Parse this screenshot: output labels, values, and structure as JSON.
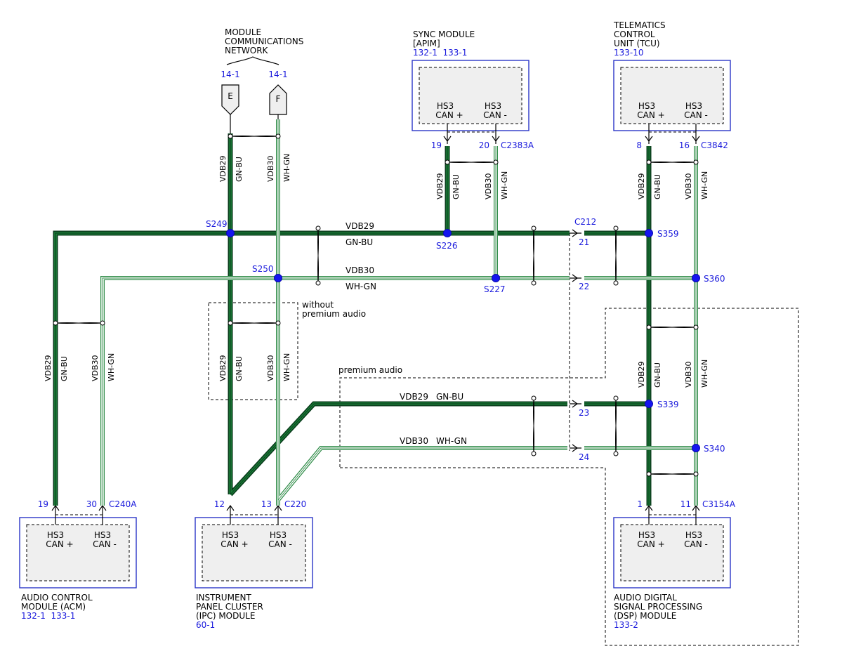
{
  "modules": {
    "mcn": {
      "title": [
        "MODULE",
        "COMMUNICATIONS",
        "NETWORK"
      ],
      "connectors": [
        {
          "ref": "14-1",
          "label": "E"
        },
        {
          "ref": "14-1",
          "label": "F"
        }
      ]
    },
    "sync": {
      "title": [
        "SYNC MODULE",
        "[APIM]"
      ],
      "refs": "132-1  133-1",
      "pins": [
        "HS3",
        "CAN +",
        "HS3",
        "CAN -"
      ],
      "pin_a": "19",
      "pin_b": "20",
      "connector": "C2383A"
    },
    "tcu": {
      "title": [
        "TELEMATICS",
        "CONTROL",
        "UNIT (TCU)"
      ],
      "refs": "133-10",
      "pins": [
        "HS3",
        "CAN +",
        "HS3",
        "CAN -"
      ],
      "pin_a": "8",
      "pin_b": "16",
      "connector": "C3842"
    },
    "acm": {
      "title": [
        "AUDIO CONTROL",
        "MODULE (ACM)"
      ],
      "refs": "132-1  133-1",
      "pins": [
        "HS3",
        "CAN +",
        "HS3",
        "CAN -"
      ],
      "pin_a": "19",
      "pin_b": "30",
      "connector": "C240A"
    },
    "ipc": {
      "title": [
        "INSTRUMENT",
        "PANEL CLUSTER",
        "(IPC) MODULE"
      ],
      "refs": "60-1",
      "pins": [
        "HS3",
        "CAN +",
        "HS3",
        "CAN -"
      ],
      "pin_a": "12",
      "pin_b": "13",
      "connector": "C220"
    },
    "dsp": {
      "title": [
        "AUDIO DIGITAL",
        "SIGNAL PROCESSING",
        "(DSP) MODULE"
      ],
      "refs": "133-2",
      "pins": [
        "HS3",
        "CAN +",
        "HS3",
        "CAN -"
      ],
      "pin_a": "1",
      "pin_b": "11",
      "connector": "C3154A"
    }
  },
  "circuits": {
    "vdb29": "VDB29",
    "vdb30": "VDB30",
    "gnbu": "GN-BU",
    "whgn": "WH-GN"
  },
  "splices": [
    "S249",
    "S250",
    "S226",
    "S227",
    "S359",
    "S360",
    "S339",
    "S340"
  ],
  "inline_connector": {
    "name": "C212",
    "pins": [
      "21",
      "22",
      "23",
      "24"
    ]
  },
  "notes": {
    "without_premium": [
      "without",
      "premium audio"
    ],
    "premium": "premium audio"
  },
  "colors": {
    "gnbu_outer": "#0b3d1d",
    "gnbu_mid": "#1c8a3c",
    "whgn_outer": "#2c8a45",
    "splice": "#1515ef",
    "module_border": "#2b35c8",
    "ref_text": "#1a1adc"
  }
}
